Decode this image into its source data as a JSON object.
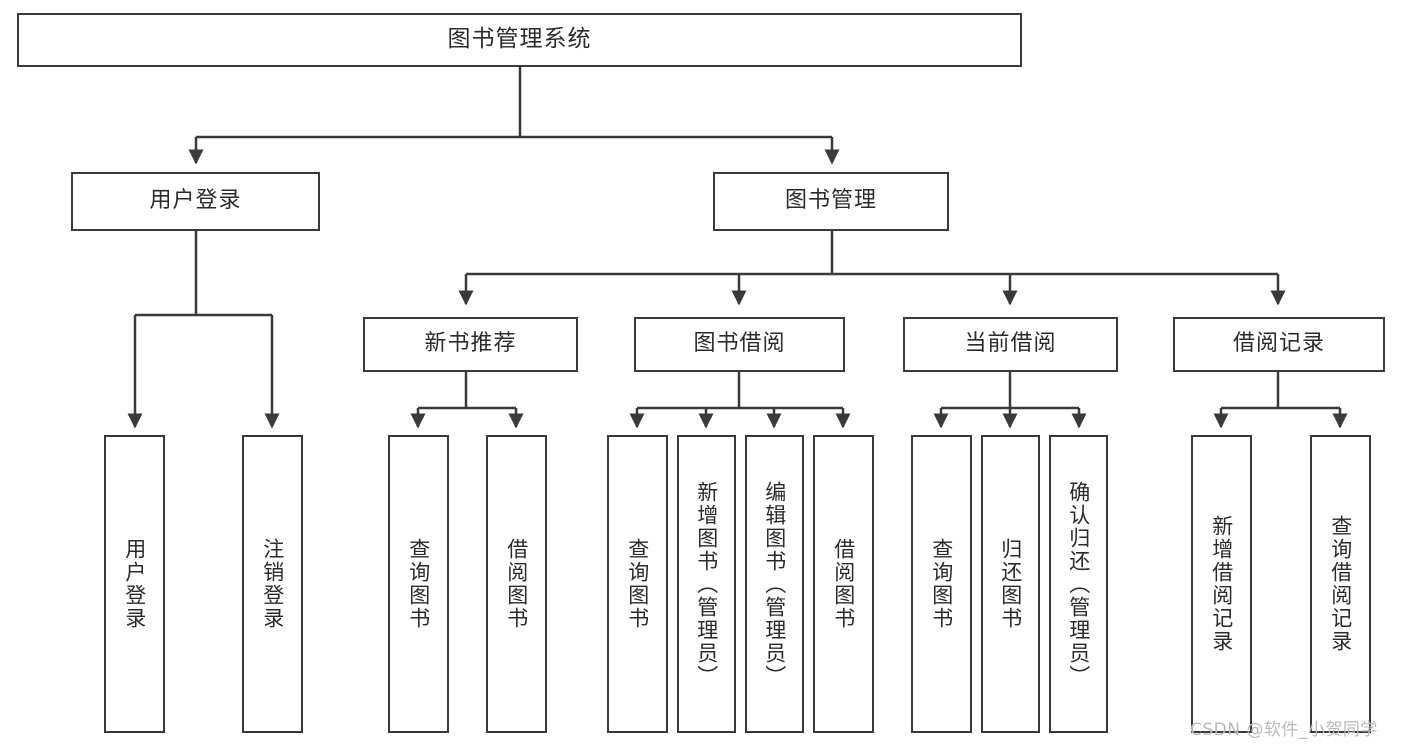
{
  "diagram": {
    "title": "图书管理系统",
    "watermark": "CSDN @软件_小贺同学",
    "line_color": "#3a3a3a",
    "box_fill": "#ffffff",
    "text_color": "#2b2b2b",
    "watermark_color": "#b9b9b9",
    "nodes": {
      "root": {
        "label": "图书管理系统"
      },
      "level2": [
        {
          "id": "user-login",
          "label": "用户登录"
        },
        {
          "id": "book-management",
          "label": "图书管理"
        }
      ],
      "level3": [
        {
          "id": "new-book-recommend",
          "label": "新书推荐"
        },
        {
          "id": "book-borrow",
          "label": "图书借阅"
        },
        {
          "id": "current-borrow",
          "label": "当前借阅"
        },
        {
          "id": "borrow-record",
          "label": "借阅记录"
        }
      ],
      "leaves": [
        {
          "id": "leaf-user-login",
          "label": "用户登录",
          "parent": "user-login"
        },
        {
          "id": "leaf-user-logout",
          "label": "注销登录",
          "parent": "user-login"
        },
        {
          "id": "leaf-query-book-1",
          "label": "查询图书",
          "parent": "new-book-recommend"
        },
        {
          "id": "leaf-borrow-book-1",
          "label": "借阅图书",
          "parent": "new-book-recommend"
        },
        {
          "id": "leaf-query-book-2",
          "label": "查询图书",
          "parent": "book-borrow"
        },
        {
          "id": "leaf-add-book",
          "label": "新增图书（管理员）",
          "parent": "book-borrow"
        },
        {
          "id": "leaf-edit-book",
          "label": "编辑图书（管理员）",
          "parent": "book-borrow"
        },
        {
          "id": "leaf-borrow-book-2",
          "label": "借阅图书",
          "parent": "book-borrow"
        },
        {
          "id": "leaf-query-book-3",
          "label": "查询图书",
          "parent": "current-borrow"
        },
        {
          "id": "leaf-return-book",
          "label": "归还图书",
          "parent": "current-borrow"
        },
        {
          "id": "leaf-confirm-return",
          "label": "确认归还（管理员）",
          "parent": "current-borrow"
        },
        {
          "id": "leaf-add-record",
          "label": "新增借阅记录",
          "parent": "borrow-record"
        },
        {
          "id": "leaf-query-record",
          "label": "查询借阅记录",
          "parent": "borrow-record"
        }
      ]
    }
  }
}
